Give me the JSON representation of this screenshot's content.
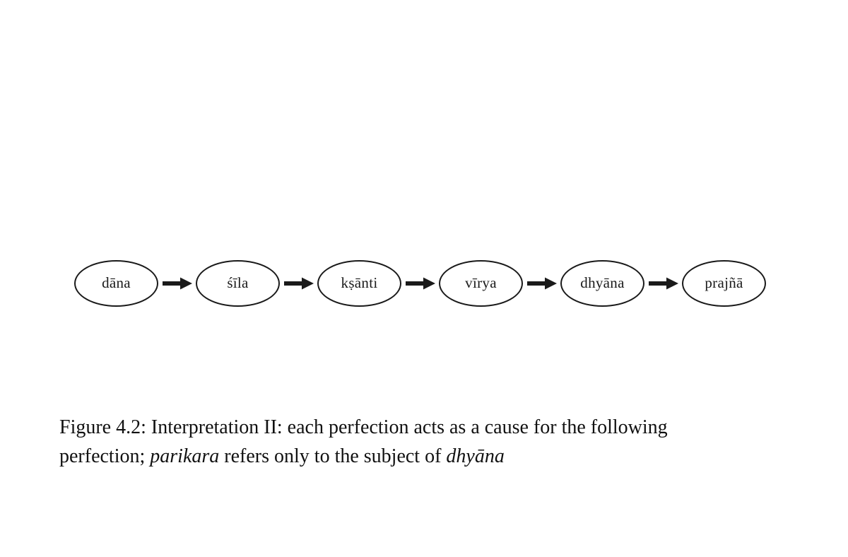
{
  "figure": {
    "diagram": {
      "nodes": [
        {
          "label": "dāna"
        },
        {
          "label": "śīla"
        },
        {
          "label": "kṣānti"
        },
        {
          "label": "vīrya"
        },
        {
          "label": "dhyāna"
        },
        {
          "label": "prajñā"
        }
      ],
      "connector": "right-arrow"
    },
    "caption_lines": [
      [
        {
          "text": "Figure 4.2: Interpretation II: each perfection acts as a cause for the following",
          "italic": false
        }
      ],
      [
        {
          "text": "perfection; ",
          "italic": false
        },
        {
          "text": "parikara",
          "italic": true
        },
        {
          "text": " refers only to the subject of ",
          "italic": false
        },
        {
          "text": "dhyāna",
          "italic": true
        }
      ]
    ],
    "colors": {
      "ink": "#1a1a1a",
      "background": "#ffffff"
    }
  }
}
